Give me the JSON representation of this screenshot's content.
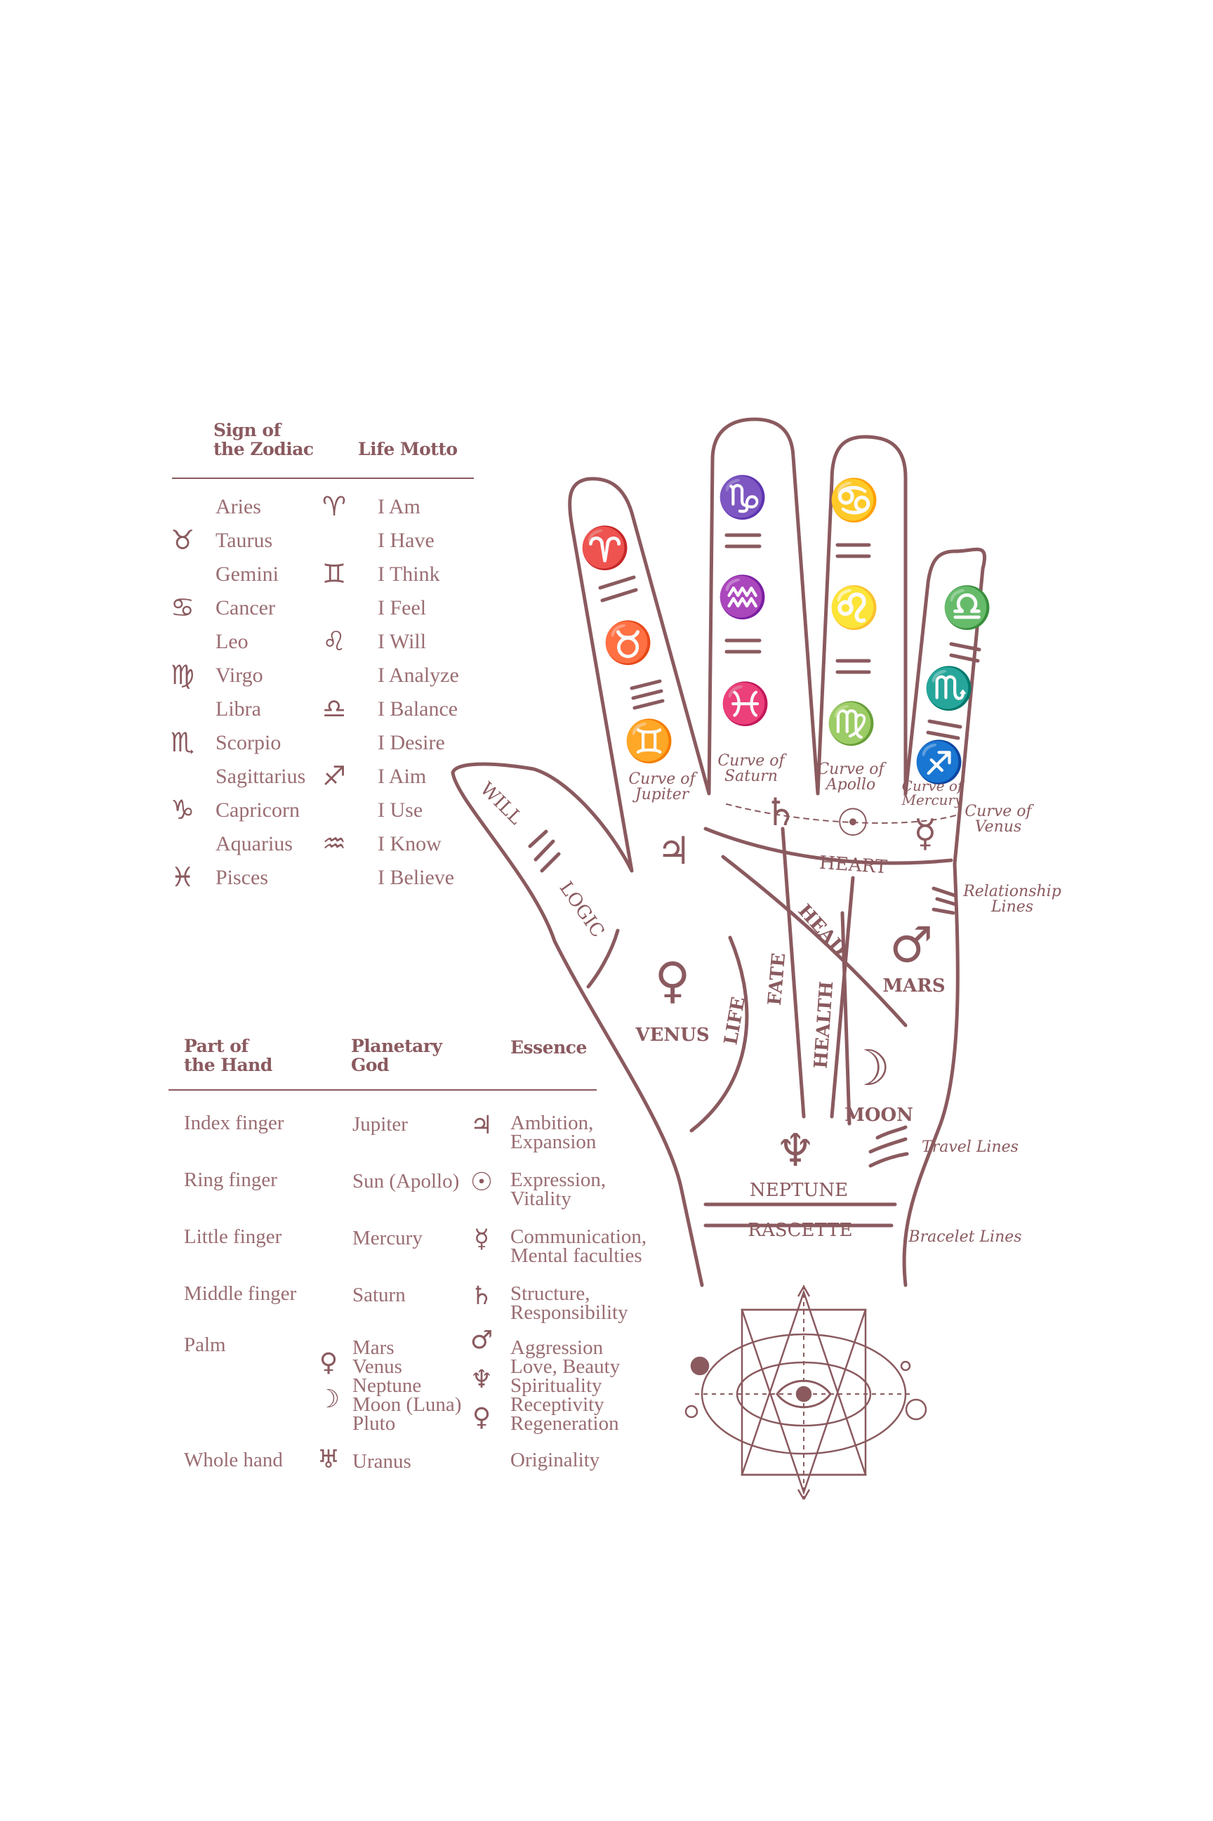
{
  "zodiac": {
    "header_sign_line1": "Sign of",
    "header_sign_line2": "the Zodiac",
    "header_motto": "Life Motto",
    "rows": [
      {
        "name": "Aries",
        "glyph": "♈",
        "motto": "I Am"
      },
      {
        "name": "Taurus",
        "glyph": "♉",
        "motto": "I Have"
      },
      {
        "name": "Gemini",
        "glyph": "♊",
        "motto": "I Think"
      },
      {
        "name": "Cancer",
        "glyph": "♋",
        "motto": "I Feel"
      },
      {
        "name": "Leo",
        "glyph": "♌",
        "motto": "I Will"
      },
      {
        "name": "Virgo",
        "glyph": "♍",
        "motto": "I Analyze"
      },
      {
        "name": "Libra",
        "glyph": "♎",
        "motto": "I Balance"
      },
      {
        "name": "Scorpio",
        "glyph": "♏",
        "motto": "I Desire"
      },
      {
        "name": "Sagittarius",
        "glyph": "♐",
        "motto": "I Aim"
      },
      {
        "name": "Capricorn",
        "glyph": "♑",
        "motto": "I Use"
      },
      {
        "name": "Aquarius",
        "glyph": "♒",
        "motto": "I Know"
      },
      {
        "name": "Pisces",
        "glyph": "♓",
        "motto": "I Believe"
      }
    ]
  },
  "planets_table": {
    "header_part_line1": "Part of",
    "header_part_line2": "the Hand",
    "header_god_line1": "Planetary",
    "header_god_line2": "God",
    "header_essence": "Essence",
    "rows": [
      {
        "part": "Index finger",
        "god": "Jupiter",
        "glyph": "♃",
        "essence_line1": "Ambition,",
        "essence_line2": "Expansion"
      },
      {
        "part": "Ring finger",
        "god": "Sun (Apollo)",
        "glyph": "☉",
        "essence_line1": "Expression,",
        "essence_line2": "Vitality"
      },
      {
        "part": "Little finger",
        "god": "Mercury",
        "glyph": "☿",
        "essence_line1": "Communication,",
        "essence_line2": "Mental faculties"
      },
      {
        "part": "Middle finger",
        "god": "Saturn",
        "glyph": "♄",
        "essence_line1": "Structure,",
        "essence_line2": "Responsibility"
      }
    ],
    "palm": {
      "part": "Palm",
      "gods": [
        "Mars",
        "Venus",
        "Neptune",
        "Moon (Luna)",
        "Pluto"
      ],
      "god_glyphs": [
        "♀",
        "☽"
      ],
      "essence_glyphs": [
        "♂",
        "♆",
        "♀"
      ],
      "essences": [
        "Aggression",
        "Love, Beauty",
        "Spirituality",
        "Receptivity",
        "Regeneration"
      ]
    },
    "whole_hand": {
      "part": "Whole hand",
      "glyph": "♅",
      "god": "Uranus",
      "essence": "Originality"
    }
  },
  "hand": {
    "finger_glyphs": {
      "index": [
        "♈",
        "♉",
        "♊"
      ],
      "middle": [
        "♑",
        "♒",
        "♓"
      ],
      "ring": [
        "♋",
        "♌",
        "♍"
      ],
      "little": [
        "♎",
        "♏",
        "♐"
      ]
    },
    "curve_jupiter": [
      "Curve of",
      "Jupiter"
    ],
    "curve_saturn": [
      "Curve of",
      "Saturn"
    ],
    "curve_apollo": [
      "Curve of",
      "Apollo"
    ],
    "curve_mercury": [
      "Curve of",
      "Mercury"
    ],
    "curve_venus": [
      "Curve of",
      "Venus"
    ],
    "relationship": [
      "Relationship",
      "Lines"
    ],
    "travel": "Travel Lines",
    "bracelet": "Bracelet Lines",
    "will": "WILL",
    "logic": "LOGIC",
    "heart": "HEART",
    "head": "HEAD",
    "fate": "FATE",
    "life": "LIFE",
    "health": "HEALTH",
    "venus": "VENUS",
    "mars": "MARS",
    "moon": "MOON",
    "neptune": "NEPTUNE",
    "rascette": "RASCETTE",
    "mount_glyphs": {
      "jupiter": "♃",
      "saturn": "♄",
      "apollo": "☉",
      "mercury": "☿",
      "venus": "♀",
      "mars": "♂",
      "moon": "☽",
      "neptune": "♆"
    }
  },
  "colors": {
    "ink": "#8a5a5f",
    "text": "#9a6d72",
    "background": "#ffffff"
  }
}
